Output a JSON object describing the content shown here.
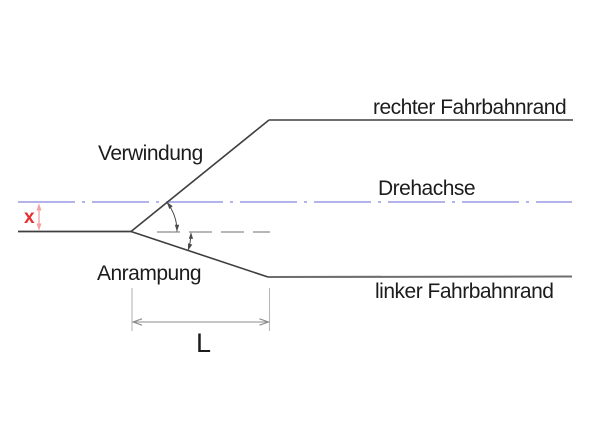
{
  "diagram": {
    "labels": {
      "rechter_fahrbahnrand": "rechter Fahrbahnrand",
      "verwindung": "Verwindung",
      "drehachse": "Drehachse",
      "anrampung": "Anrampung",
      "linker_fahrbahnrand": "linker Fahrbahnrand",
      "x_height": "x",
      "length": "L"
    },
    "colors": {
      "axis_text_blue": "#2020e0",
      "axis_line_blue": "#b3b3ec",
      "x_red": "#e63030",
      "arrow_pink": "#f2a2a2",
      "edge_line_gray": "#6e6e6e",
      "main_line_dark": "#3f3f3f",
      "ref_dash_gray": "#8c8c8c",
      "dim_line_gray": "#8c8c8c",
      "ext_line_gray": "#b8b8b8",
      "arc_gray": "#4a4a4a"
    }
  }
}
